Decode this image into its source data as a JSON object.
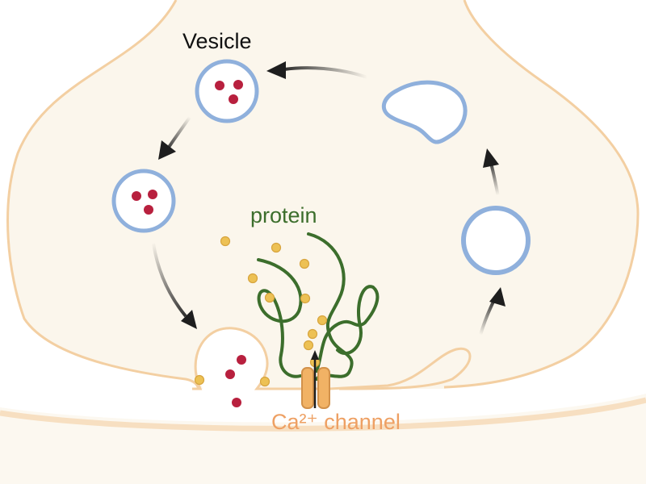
{
  "labels": {
    "vesicle": "Vesicle",
    "protein": "protein",
    "channel": "Ca²⁺ channel"
  },
  "colors": {
    "cytoplasm": "#fbf6ec",
    "membrane": "#f3cfa2",
    "background": "#ffffff",
    "lower_band": "#fcf8f0",
    "vesicle_fill": "#ffffff",
    "vesicle_stroke": "#8fb0dc",
    "neurotransmitter": "#b8203e",
    "calcium_ion": "#edc154",
    "calcium_ion_stroke": "#d7a43e",
    "protein": "#3c6e2c",
    "channel": "#f1b265",
    "channel_stroke": "#d2914a",
    "arrow": "#1e1e1e",
    "text": "#111111",
    "protein_text": "#3c6e2c",
    "channel_text": "#eea063"
  },
  "icons": [
    "cycle-arrow-icon",
    "vesicle-icon",
    "calcium-ion-icon",
    "ion-channel-icon"
  ]
}
